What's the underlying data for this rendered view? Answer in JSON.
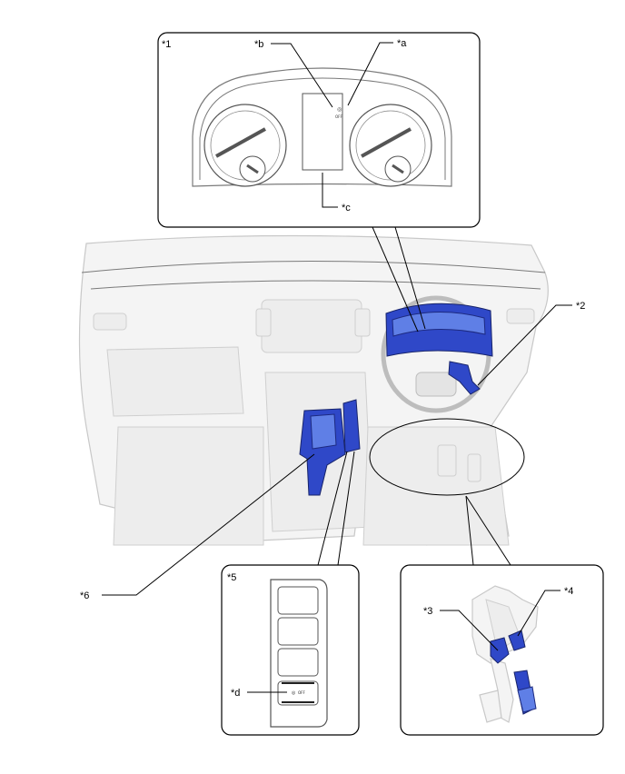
{
  "callouts": {
    "c1": "*1",
    "c2": "*2",
    "c3": "*3",
    "c4": "*4",
    "c5": "*5",
    "c6": "*6",
    "ca": "*a",
    "cb": "*b",
    "cc": "*c",
    "cd": "*d"
  },
  "colors": {
    "highlight_part": "#2f48c8",
    "ghost_vehicle": "#e8e8e8",
    "line": "#000000"
  }
}
